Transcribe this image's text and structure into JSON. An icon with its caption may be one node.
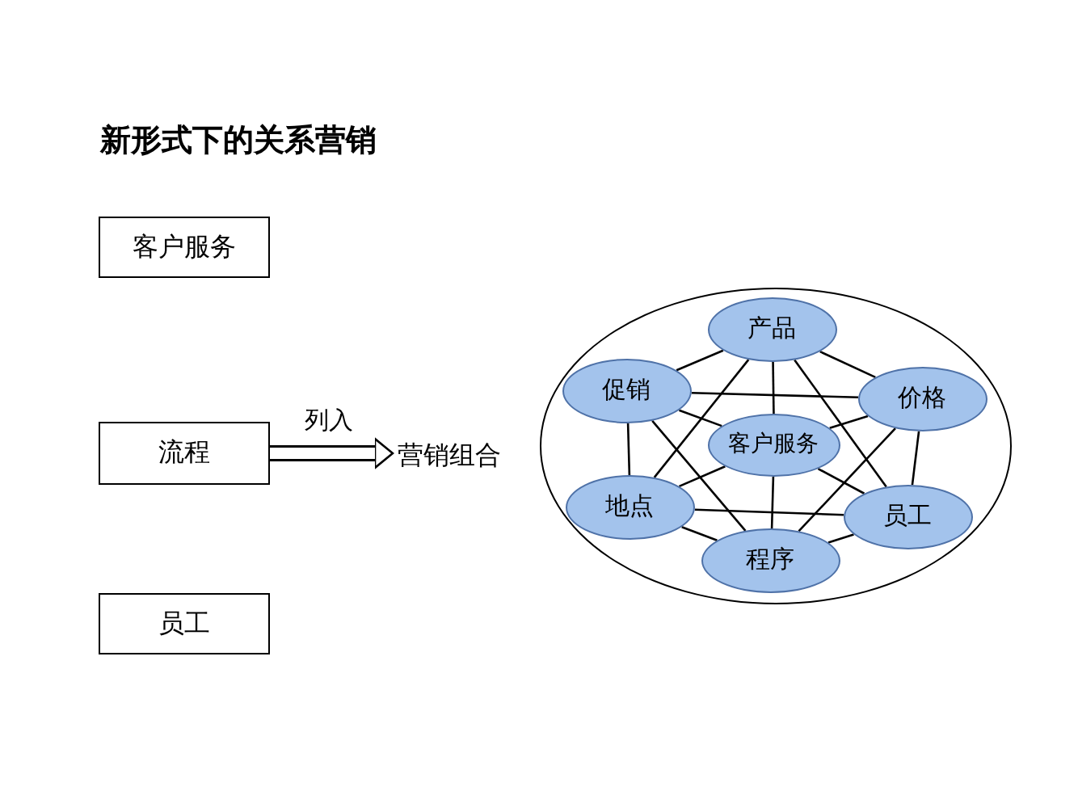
{
  "diagram": {
    "title": "新形式下的关系营销",
    "nodes": [
      {
        "text": [
          "客户服务"
        ]
      },
      {
        "text": [
          "流程"
        ]
      },
      {
        "text": [
          "员工"
        ]
      },
      {
        "text": [
          "营销组合"
        ]
      },
      {
        "text": [],
        "shape": "circle"
      },
      {
        "text": [
          "产品"
        ],
        "in": 4
      },
      {
        "text": [
          "促销"
        ],
        "in": 4
      },
      {
        "text": [
          "价格"
        ],
        "in": 4
      },
      {
        "text": [
          "客户服务"
        ],
        "in": 4
      },
      {
        "text": [
          "地点"
        ],
        "in": 4
      },
      {
        "text": [
          "员工"
        ],
        "in": 4
      },
      {
        "text": [
          "程序"
        ],
        "in": 4
      }
    ],
    "edges": [
      {
        "from": 1,
        "to": 3,
        "arrow": "to",
        "label": "列入",
        "style": "thick"
      },
      {
        "from": 5,
        "to": 6,
        "arrow": "none"
      },
      {
        "from": 5,
        "to": 7,
        "arrow": "none"
      },
      {
        "from": 5,
        "to": 8,
        "arrow": "none"
      },
      {
        "from": 5,
        "to": 9,
        "arrow": "none"
      },
      {
        "from": 5,
        "to": 10,
        "arrow": "none"
      },
      {
        "from": 6,
        "to": 7,
        "arrow": "none"
      },
      {
        "from": 6,
        "to": 8,
        "arrow": "none"
      },
      {
        "from": 6,
        "to": 9,
        "arrow": "none"
      },
      {
        "from": 6,
        "to": 11,
        "arrow": "none"
      },
      {
        "from": 7,
        "to": 8,
        "arrow": "none"
      },
      {
        "from": 7,
        "to": 10,
        "arrow": "none"
      },
      {
        "from": 7,
        "to": 11,
        "arrow": "none"
      },
      {
        "from": 8,
        "to": 9,
        "arrow": "none"
      },
      {
        "from": 8,
        "to": 10,
        "arrow": "none"
      },
      {
        "from": 8,
        "to": 11,
        "arrow": "none"
      },
      {
        "from": 9,
        "to": 10,
        "arrow": "none"
      },
      {
        "from": 9,
        "to": 11,
        "arrow": "none"
      },
      {
        "from": 10,
        "to": 11,
        "arrow": "none"
      }
    ]
  }
}
